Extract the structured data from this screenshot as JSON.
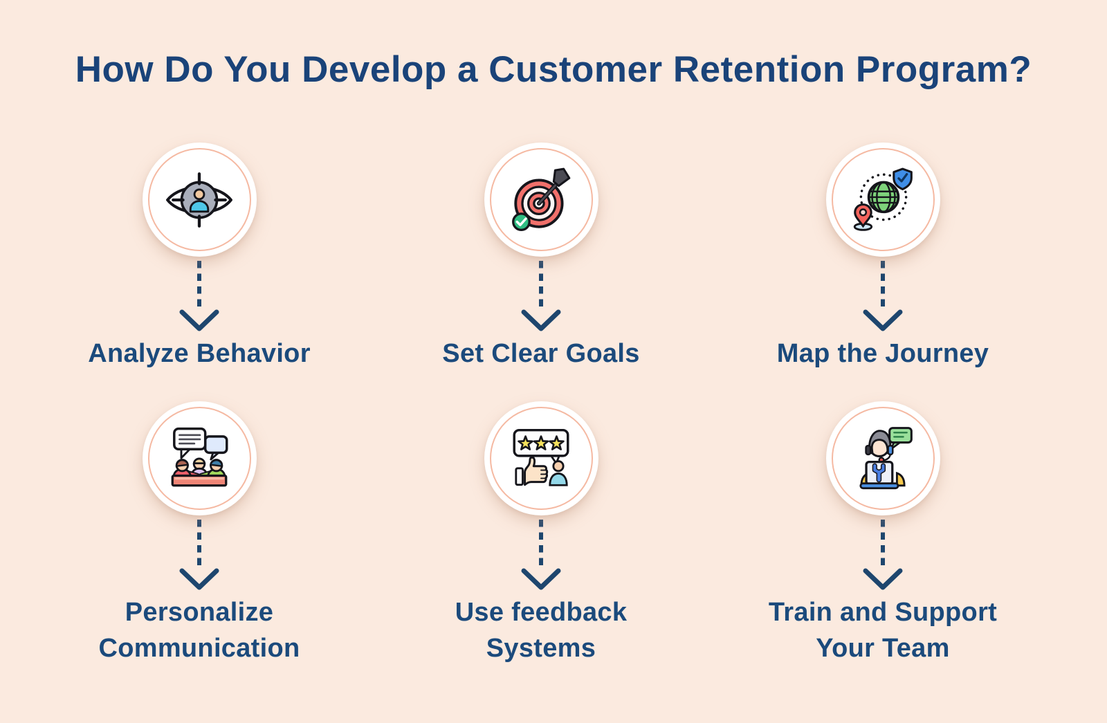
{
  "title": "How Do You Develop a Customer Retention Program?",
  "palette": {
    "background": "#FBEADF",
    "heading_text": "#1A4379",
    "label_text": "#1B4A7C",
    "arrow": "#1E466E",
    "circle_fill": "#FFFFFF",
    "circle_ring": "#F5B9A2"
  },
  "arrow_style": "dashed-down-arrow",
  "steps": [
    {
      "icon": "eye-user-icon",
      "label": "Analyze Behavior",
      "lines": [
        "Analyze Behavior"
      ]
    },
    {
      "icon": "target-arrow-icon",
      "label": "Set Clear Goals",
      "lines": [
        "Set Clear Goals"
      ]
    },
    {
      "icon": "globe-pin-shield-icon",
      "label": "Map the Journey",
      "lines": [
        "Map the Journey"
      ]
    },
    {
      "icon": "people-conversation-icon",
      "label": "Personalize Communication",
      "lines": [
        "Personalize",
        "Communication"
      ]
    },
    {
      "icon": "star-rating-thumbs-icon",
      "label": "Use feedback Systems",
      "lines": [
        "Use feedback",
        "Systems"
      ]
    },
    {
      "icon": "support-agent-icon",
      "label": "Train and Support Your Team",
      "lines": [
        "Train and Support",
        "Your Team"
      ]
    }
  ]
}
